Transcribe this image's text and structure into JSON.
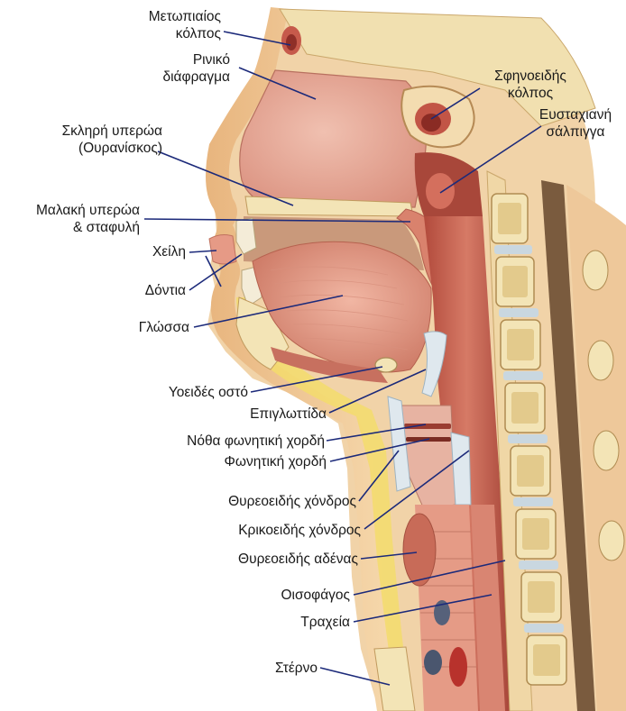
{
  "labels": {
    "metopiaios_1": "Μετωπιαίος",
    "metopiaios_2": "κόλπος",
    "riniko_1": "Ρινικό",
    "riniko_2": "διάφραγμα",
    "sfinoeidis_1": "Σφηνοειδής",
    "sfinoeidis_2": "κόλπος",
    "eustachiani_1": "Ευσταχιανή",
    "eustachiani_2": "σάλπιγγα",
    "skliri_1": "Σκληρή υπερώα",
    "skliri_2": "(Ουρανίσκος)",
    "malaki_1": "Μαλακή υπερώα",
    "malaki_2": "& σταφυλή",
    "cheili": "Χείλη",
    "dontia": "Δόντια",
    "glossa": "Γλώσσα",
    "yoeides": "Υοειδές οστό",
    "epiglottida": "Επιγλωττίδα",
    "notha": "Νόθα φωνητική χορδή",
    "fonitiki": "Φωνητική χορδή",
    "thyreoeidis_ch": "Θυρεοειδής χόνδρος",
    "krikoeidis": "Κρικοειδής χόνδρος",
    "thyreoeidis_ad": "Θυρεοειδής αδένας",
    "oisofagos": "Οισοφάγος",
    "tracheia": "Τραχεία",
    "sterno": "Στέρνο"
  },
  "colors": {
    "skin": "#f2cd9b",
    "fat": "#f3dc6c",
    "muscle": "#c96a5a",
    "mucosa": "#e5a08f",
    "bone": "#f3e4b6",
    "marrow": "#d6b56a",
    "cartilage": "#dde7ee",
    "leader": "#1c2a7a"
  }
}
